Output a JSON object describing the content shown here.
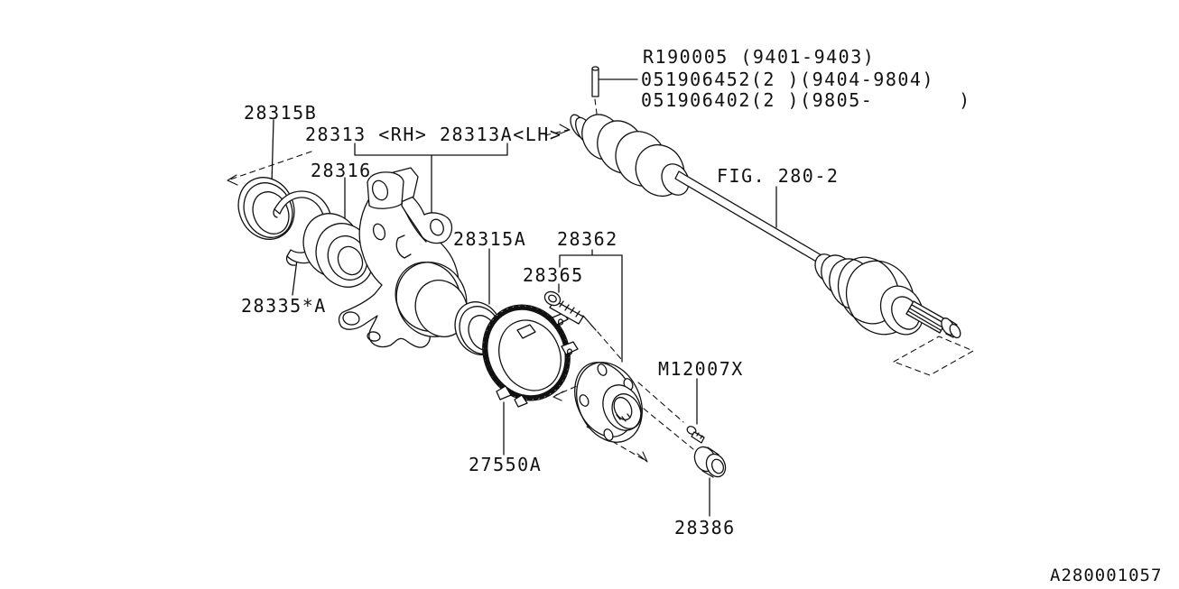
{
  "page": {
    "background_color": "#ffffff",
    "ink_color": "#111111",
    "diagram_id": "A280001057",
    "figure_reference": "FIG. 280-2"
  },
  "pin_note": {
    "line1": "R190005 (9401-9403)",
    "line2": "051906452(2 )(9404-9804)",
    "line3": "051906402(2 )(9805-       )"
  },
  "callouts": {
    "seal_outer": "28315B",
    "knuckle_row": "28313 <RH> 28313A<LH>",
    "bearing": "28316",
    "seal_inner": "28315A",
    "hub": "28362",
    "tone_ring_bolt": "28365",
    "snap_ring": "28335*A",
    "hub_bolt": "M12007X",
    "tone_ring": "27550A",
    "axle_nut_cap": "28386",
    "figure_ref": "FIG. 280-2",
    "diagram_id": "A280001057"
  }
}
